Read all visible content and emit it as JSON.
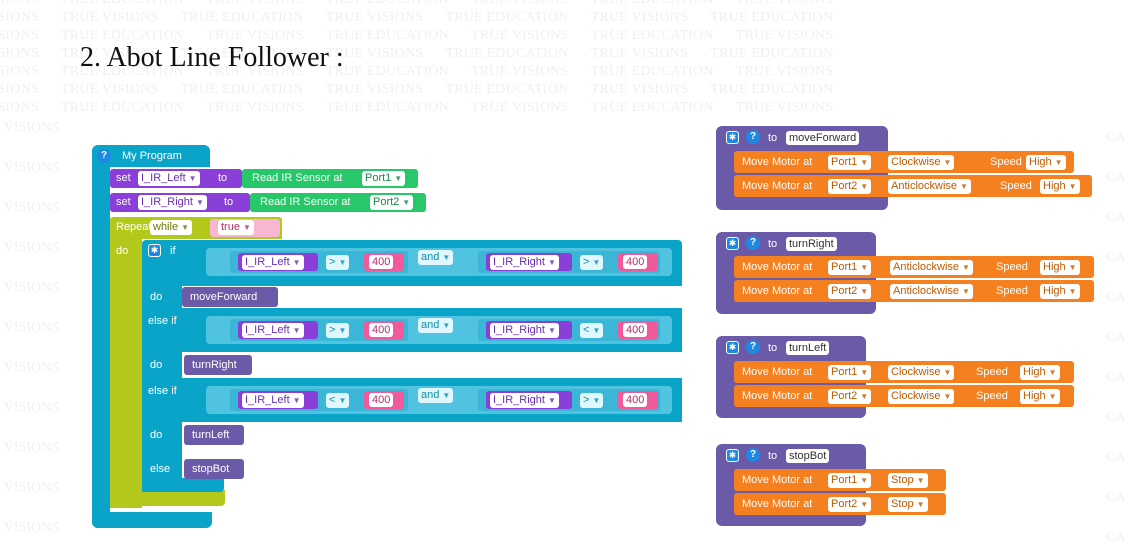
{
  "watermark": {
    "a": "TRUE EDUCATION",
    "b": "TRUE VISIONS",
    "c": "E VISIONS",
    "d": "CA"
  },
  "title": "2. Abot Line Follower :",
  "program": {
    "name": "My Program",
    "set": "set",
    "to": "to",
    "var_left": "I_IR_Left",
    "var_right": "I_IR_Right",
    "read_sensor": "Read IR Sensor at",
    "port1": "Port1",
    "port2": "Port2",
    "repeat": "Repeat",
    "while": "while",
    "true": "true",
    "do": "do",
    "if": "if",
    "else_if": "else if",
    "else": "else",
    "and": "and",
    "gt": ">",
    "lt": "<",
    "num": "400",
    "call_forward": "moveForward",
    "call_right": "turnRight",
    "call_left": "turnLeft",
    "call_stop": "stopBot"
  },
  "functions": {
    "to": "to",
    "move_motor": "Move Motor at",
    "speed": "Speed",
    "high": "High",
    "port1": "Port1",
    "port2": "Port2",
    "cw": "Clockwise",
    "acw": "Anticlockwise",
    "stop": "Stop",
    "moveForward": "moveForward",
    "turnRight": "turnRight",
    "turnLeft": "turnLeft",
    "stopBot": "stopBot"
  },
  "colors": {
    "program": "#0aa4c8",
    "set": "#8a3fd9",
    "sensor": "#27c76a",
    "loop": "#b4c81c",
    "logic": "#0aa4c8",
    "function": "#6b5aa8",
    "motor": "#f5801f",
    "variable": "#8a3fd9",
    "number": "#f05a9c"
  }
}
